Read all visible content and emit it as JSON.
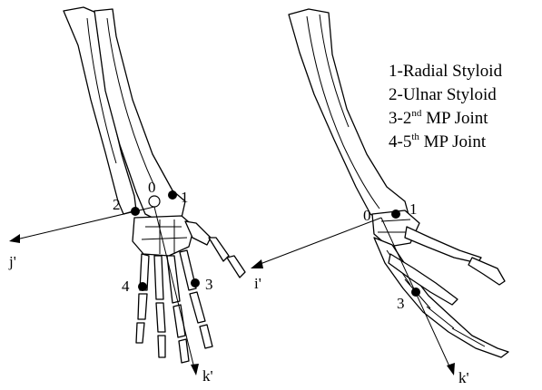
{
  "legend": {
    "items": [
      {
        "num": "1",
        "text": "Radial Styloid"
      },
      {
        "num": "2",
        "text": "Ulnar Styloid"
      },
      {
        "num": "3",
        "pre": "2",
        "sup": "nd",
        "post": " MP Joint"
      },
      {
        "num": "4",
        "pre": "5",
        "sup": "th",
        "post": " MP Joint"
      }
    ]
  },
  "left_view": {
    "origin_label": "0",
    "landmarks": [
      {
        "label": "1"
      },
      {
        "label": "2"
      },
      {
        "label": "3"
      },
      {
        "label": "4"
      }
    ],
    "axes": {
      "horizontal": "j'",
      "vertical": "k'"
    }
  },
  "right_view": {
    "origin_label": "0",
    "landmarks": [
      {
        "label": "1"
      },
      {
        "label": "3"
      }
    ],
    "axes": {
      "horizontal": "i'",
      "vertical": "k'"
    }
  }
}
